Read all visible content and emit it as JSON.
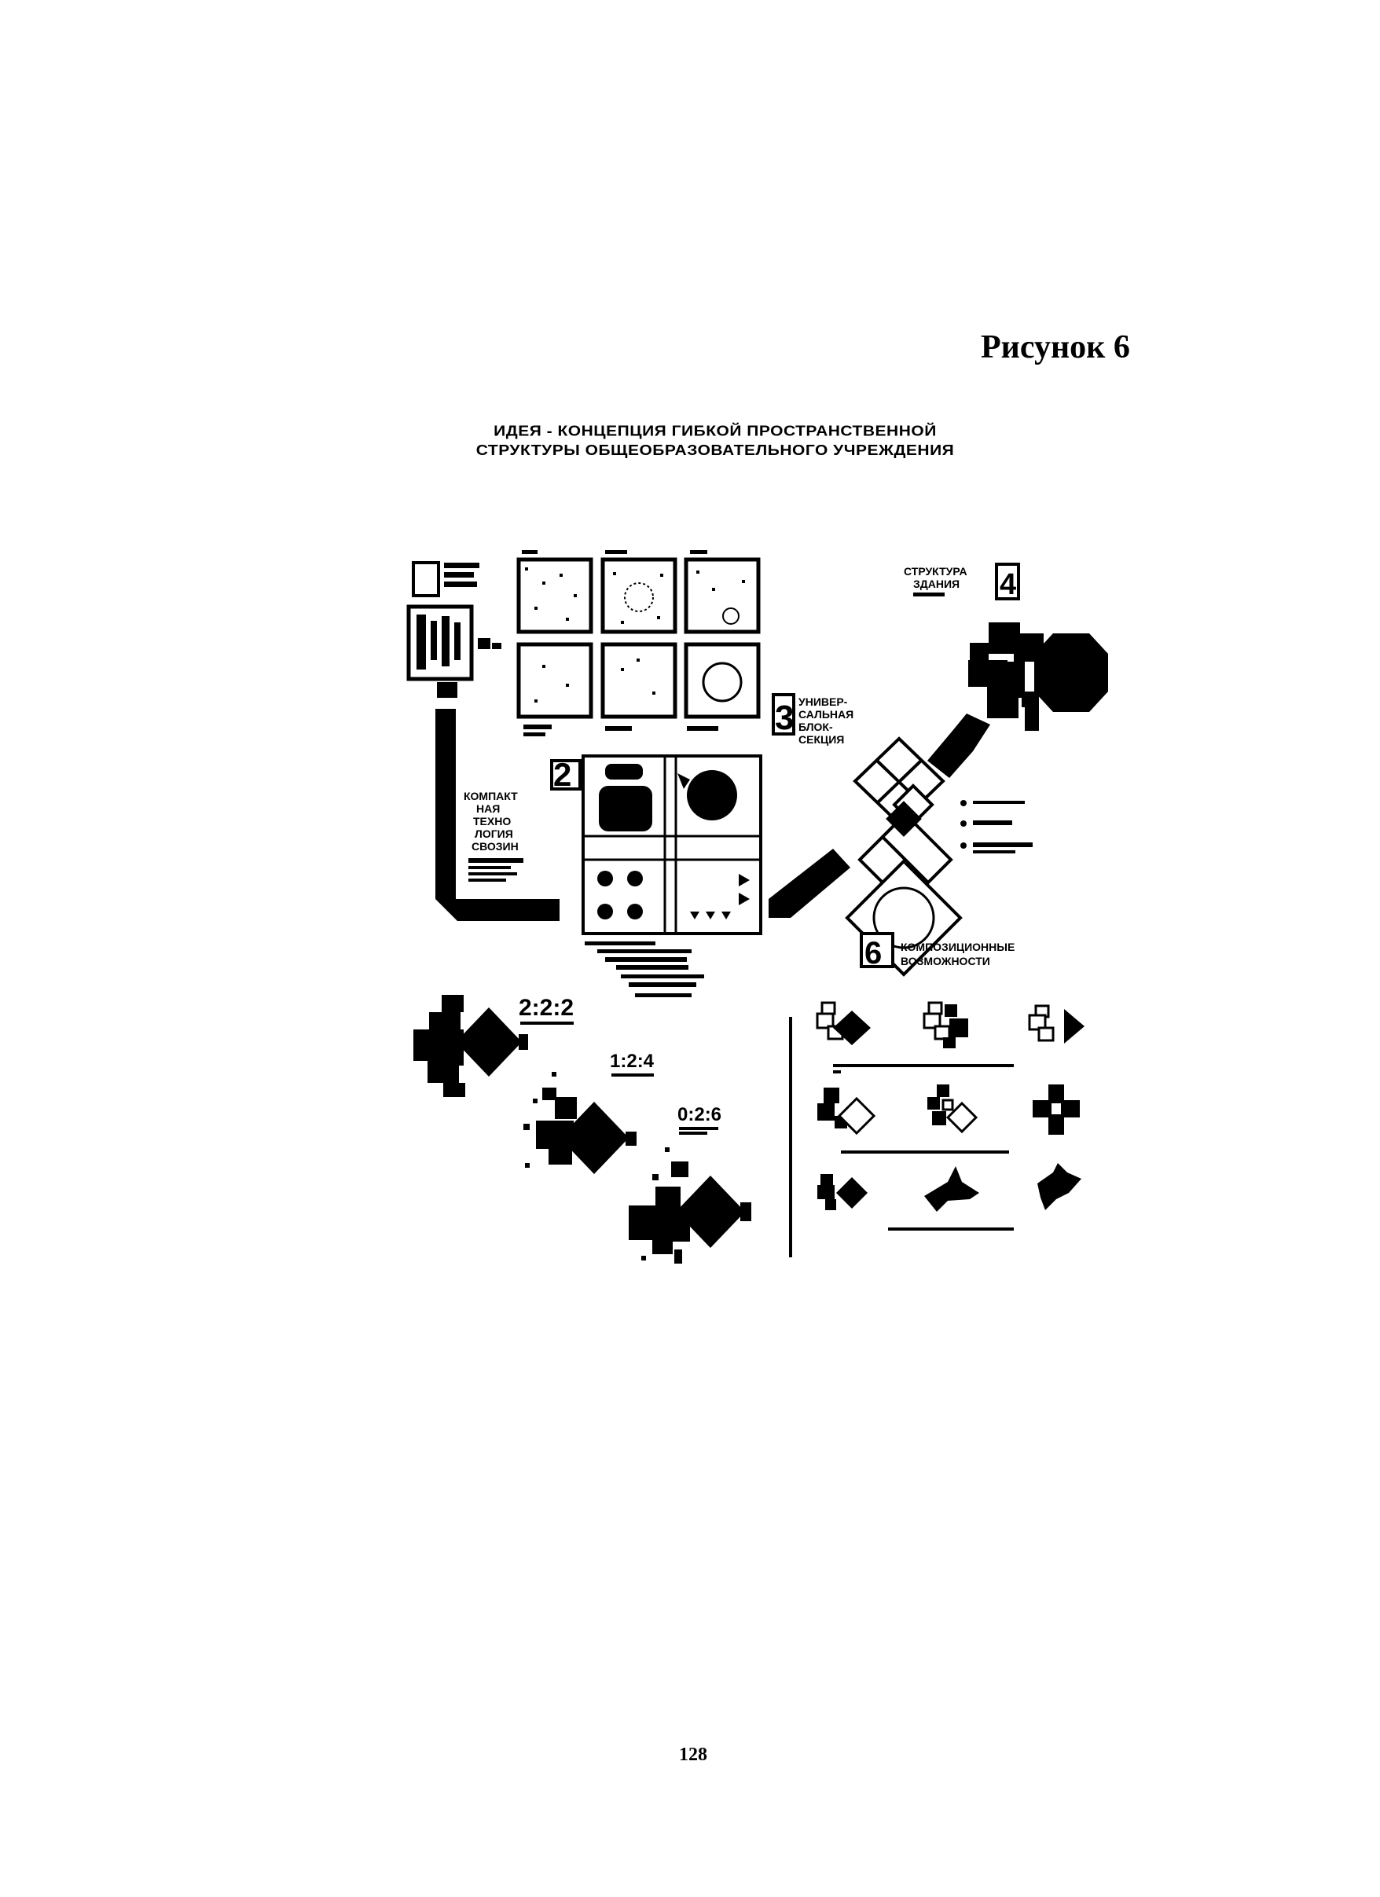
{
  "figure_label": "Рисунок 6",
  "title": {
    "line1": "ИДЕЯ - КОНЦЕПЦИЯ ГИБКОЙ ПРОСТРАНСТВЕННОЙ",
    "line2": "СТРУКТУРЫ ОБЩЕОБРАЗОВАТЕЛЬНОГО УЧРЕЖДЕНИЯ"
  },
  "diagram": {
    "sections": {
      "s2_heading": [
        "КОМПАКТ",
        "НАЯ",
        "ТЕХНО",
        "ЛОГИЯ",
        "СВОЗИН"
      ],
      "s3_heading": [
        "УНИВЕР-",
        "САЛЬНАЯ",
        "БЛОК-",
        "СЕКЦИЯ"
      ],
      "s4_heading": [
        "СТРУКТУРА",
        "ЗДАНИЯ"
      ],
      "s6_heading": [
        "КОМПОЗИЦИОННЫЕ",
        "ВОЗМОЖНОСТИ"
      ]
    },
    "ratios": [
      "2:2:2",
      "1:2:4",
      "0:2:6"
    ],
    "section_numbers": [
      "2",
      "3",
      "4",
      "6"
    ]
  },
  "page_number": "128"
}
